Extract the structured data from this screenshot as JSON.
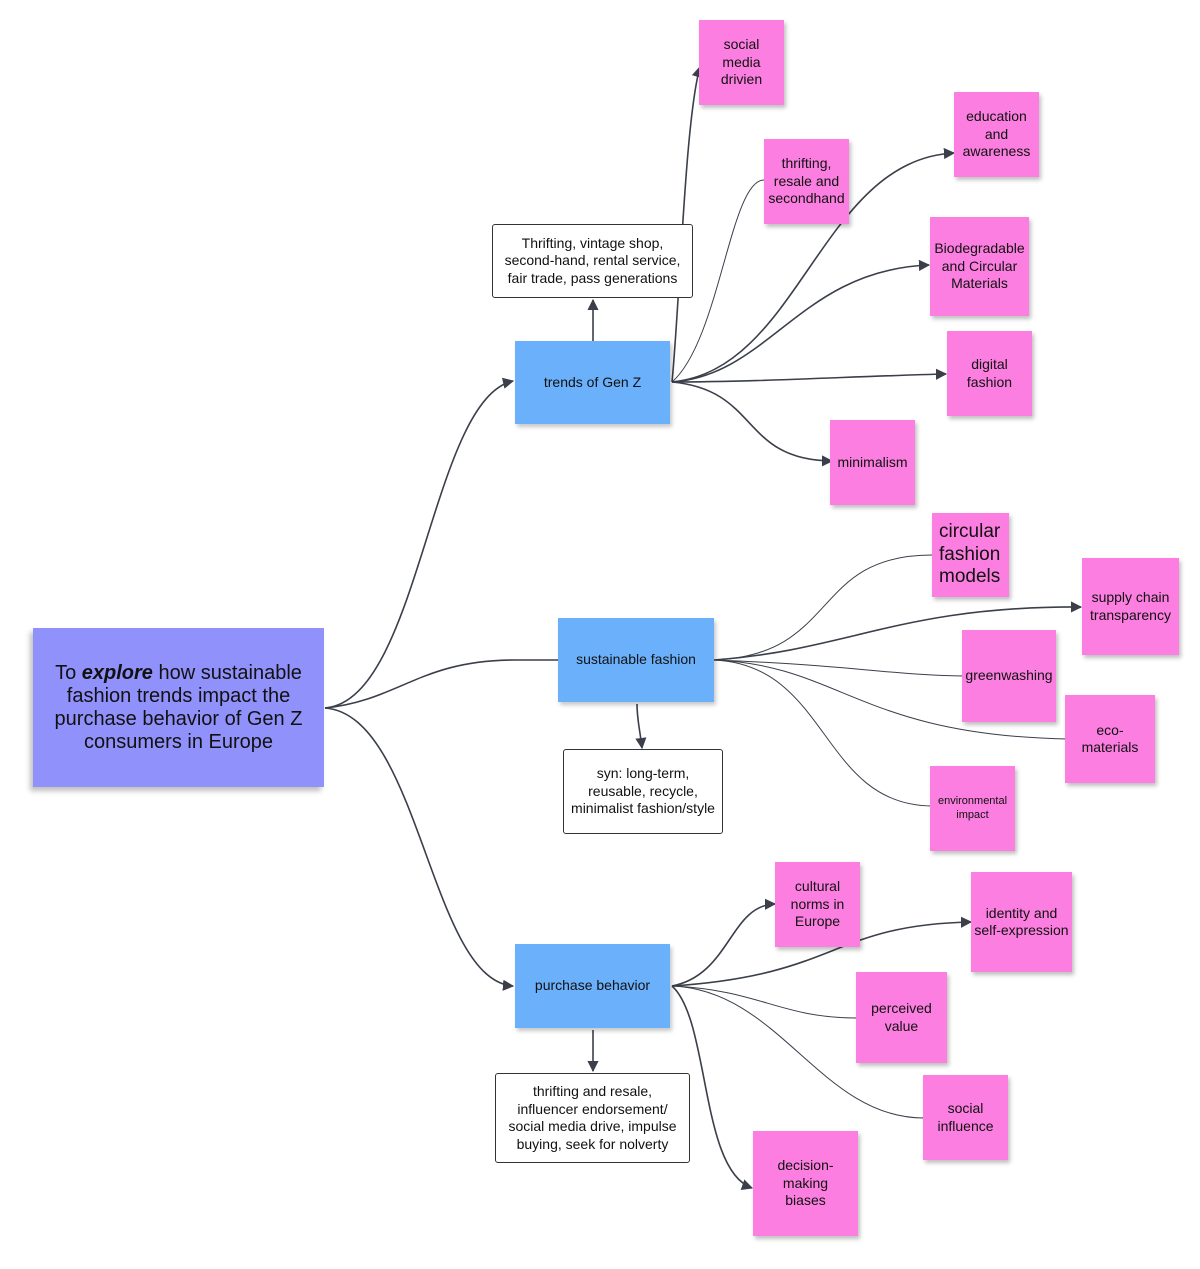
{
  "root": {
    "before": "To ",
    "emphasis": "explore",
    "after": " how sustainable fashion trends impact the purchase behavior of Gen Z consumers in Europe"
  },
  "branches": {
    "trends": {
      "label": "trends of Gen Z",
      "note": "Thrifting, vintage shop,\nsecond-hand, rental service,\nfair trade, pass generations",
      "stickies": [
        "social\nmedia\ndrivien",
        "thrifting,\nresale and\nsecondhand",
        "education\nand\nawareness",
        "Biodegradable\nand Circular\nMaterials",
        "digital\nfashion",
        "minimalism"
      ]
    },
    "sustainable": {
      "label": "sustainable fashion",
      "note": "syn:  long-term,\nreusable, recycle,\nminimalist fashion/style",
      "stickies": [
        "circular\nfashion\nmodels",
        "supply chain\ntransparency",
        "greenwashing",
        "eco-materials",
        "environmental\nimpact"
      ]
    },
    "purchase": {
      "label": "purchase behavior",
      "note": "thrifting and resale,\ninfluencer endorsement/\nsocial media drive, impulse\nbuying, seek for nolverty",
      "stickies": [
        "cultural\nnorms in\nEurope",
        "identity and\nself-expression",
        "perceived\nvalue",
        "social\ninfluence",
        "decision-making\nbiases"
      ]
    }
  },
  "colors": {
    "root": "#9191fb",
    "branch": "#6bb0fb",
    "sticky": "#fb7ee0",
    "connector": "#3a3f4a"
  }
}
